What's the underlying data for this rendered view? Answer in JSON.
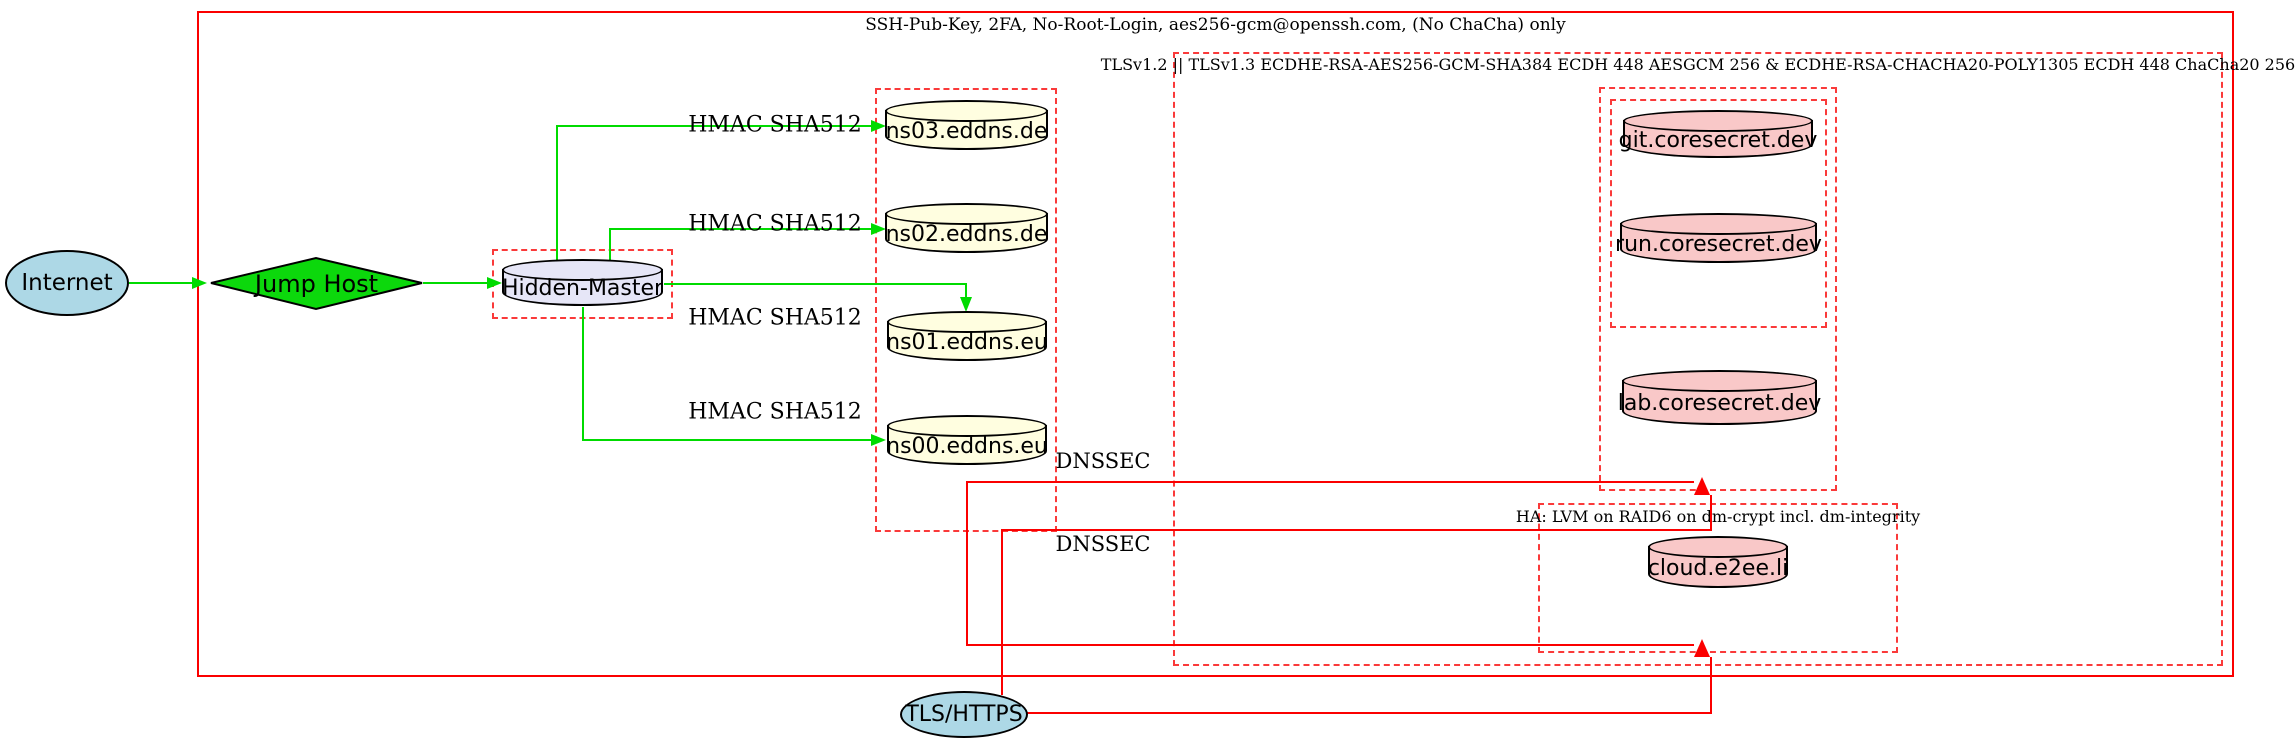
{
  "diagram": {
    "type": "network-security-topology",
    "colors": {
      "cluster_border_red": "#fb0000",
      "edge_green": "#00db00",
      "edge_red": "#fb0000",
      "internet_fill": "#add8e6",
      "jump_host_fill": "#0cd80c",
      "hidden_master_fill": "#e6e6f7",
      "nameserver_fill": "#fffee0",
      "service_fill": "#f9c8c8"
    },
    "clusters": {
      "ssh": {
        "label": "SSH-Pub-Key, 2FA, No-Root-Login, aes256-gcm@openssh.com, (No ChaCha) only"
      },
      "tls": {
        "label": "TLSv1.2 || TLSv1.3 ECDHE-RSA-AES256-GCM-SHA384 ECDH 448 AESGCM 256 & ECDHE-RSA-CHACHA20-POLY1305 ECDH 448 ChaCha20 256"
      },
      "ha": {
        "label": "HA: LVM on RAID6 on dm-crypt incl. dm-integrity"
      }
    },
    "nodes": {
      "internet": "Internet",
      "jump_host": "Jump Host",
      "hidden_master": "Hidden-Master",
      "ns03": "ns03.eddns.de",
      "ns02": "ns02.eddns.de",
      "ns01": "ns01.eddns.eu",
      "ns00": "ns00.eddns.eu",
      "git": "git.coresecret.dev",
      "run": "run.coresecret.dev",
      "lab": "lab.coresecret.dev",
      "cloud": "cloud.e2ee.li",
      "tls_https": "TLS/HTTPS"
    },
    "edge_labels": {
      "hmac": "HMAC SHA512",
      "dnssec": "DNSSEC"
    }
  }
}
